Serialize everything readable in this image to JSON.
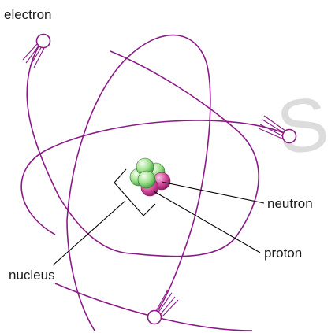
{
  "labels": {
    "electron": "electron",
    "neutron": "neutron",
    "proton": "proton",
    "nucleus": "nucleus"
  },
  "watermark": "S",
  "colors": {
    "orbit": "#8b1a88",
    "neutron": "#7fd07a",
    "proton": "#c8328c",
    "watermark": "#d9d9d9",
    "leader_line": "#000000"
  }
}
